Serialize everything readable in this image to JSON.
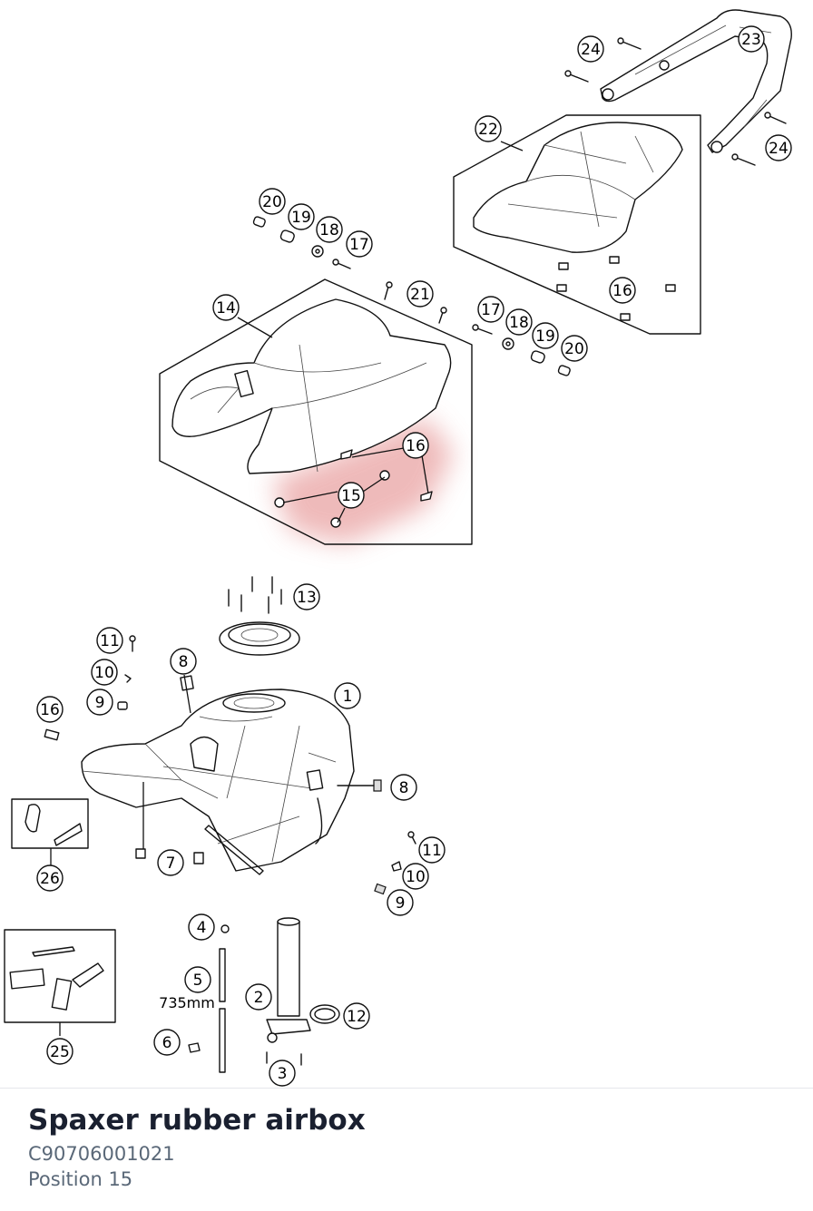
{
  "diagram": {
    "callouts": [
      {
        "id": "c24a",
        "label": "24"
      },
      {
        "id": "c23",
        "label": "23"
      },
      {
        "id": "c22",
        "label": "22"
      },
      {
        "id": "c24b",
        "label": "24"
      },
      {
        "id": "c20a",
        "label": "20"
      },
      {
        "id": "c19a",
        "label": "19"
      },
      {
        "id": "c18a",
        "label": "18"
      },
      {
        "id": "c17a",
        "label": "17"
      },
      {
        "id": "c21",
        "label": "21"
      },
      {
        "id": "c14",
        "label": "14"
      },
      {
        "id": "c16a",
        "label": "16"
      },
      {
        "id": "c17b",
        "label": "17"
      },
      {
        "id": "c18b",
        "label": "18"
      },
      {
        "id": "c19b",
        "label": "19"
      },
      {
        "id": "c20b",
        "label": "20"
      },
      {
        "id": "c16b",
        "label": "16"
      },
      {
        "id": "c15",
        "label": "15"
      },
      {
        "id": "c13",
        "label": "13"
      },
      {
        "id": "c11a",
        "label": "11"
      },
      {
        "id": "c8a",
        "label": "8"
      },
      {
        "id": "c10a",
        "label": "10"
      },
      {
        "id": "c1",
        "label": "1"
      },
      {
        "id": "c9a",
        "label": "9"
      },
      {
        "id": "c16c",
        "label": "16"
      },
      {
        "id": "c8b",
        "label": "8"
      },
      {
        "id": "c7",
        "label": "7"
      },
      {
        "id": "c26",
        "label": "26"
      },
      {
        "id": "c11b",
        "label": "11"
      },
      {
        "id": "c10b",
        "label": "10"
      },
      {
        "id": "c9b",
        "label": "9"
      },
      {
        "id": "c4",
        "label": "4"
      },
      {
        "id": "c5",
        "label": "5"
      },
      {
        "id": "c2",
        "label": "2"
      },
      {
        "id": "c12",
        "label": "12"
      },
      {
        "id": "c6",
        "label": "6"
      },
      {
        "id": "c3",
        "label": "3"
      },
      {
        "id": "c25",
        "label": "25"
      }
    ],
    "length_label": "735mm",
    "highlight_color": "#e8a0a0"
  },
  "part": {
    "name": "Spaxer rubber airbox",
    "number": "C90706001021",
    "position": "Position 15"
  }
}
